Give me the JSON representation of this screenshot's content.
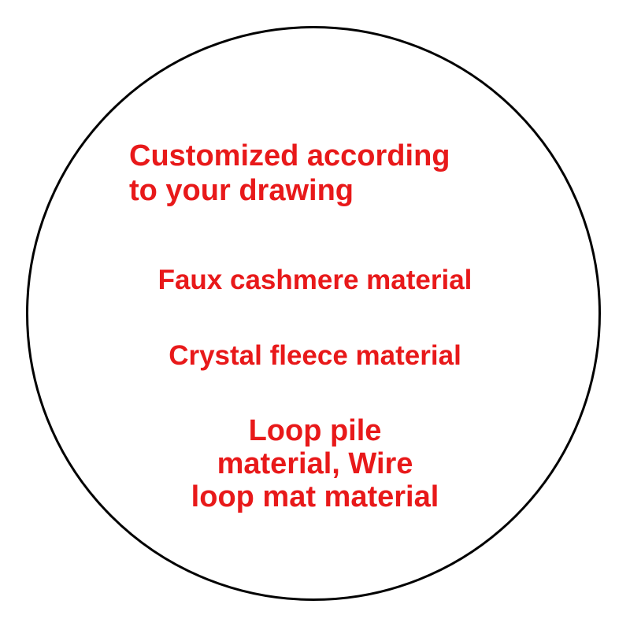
{
  "colors": {
    "text": "#e8191a",
    "border": "#000000",
    "background": "#ffffff"
  },
  "badge": {
    "heading_line1": "Customized according",
    "heading_line2": "to your drawing",
    "material_1": "Faux cashmere material",
    "material_2": "Crystal fleece material",
    "material_3_line1": "Loop pile",
    "material_3_line2": "material, Wire",
    "material_3_line3": "loop mat material"
  }
}
